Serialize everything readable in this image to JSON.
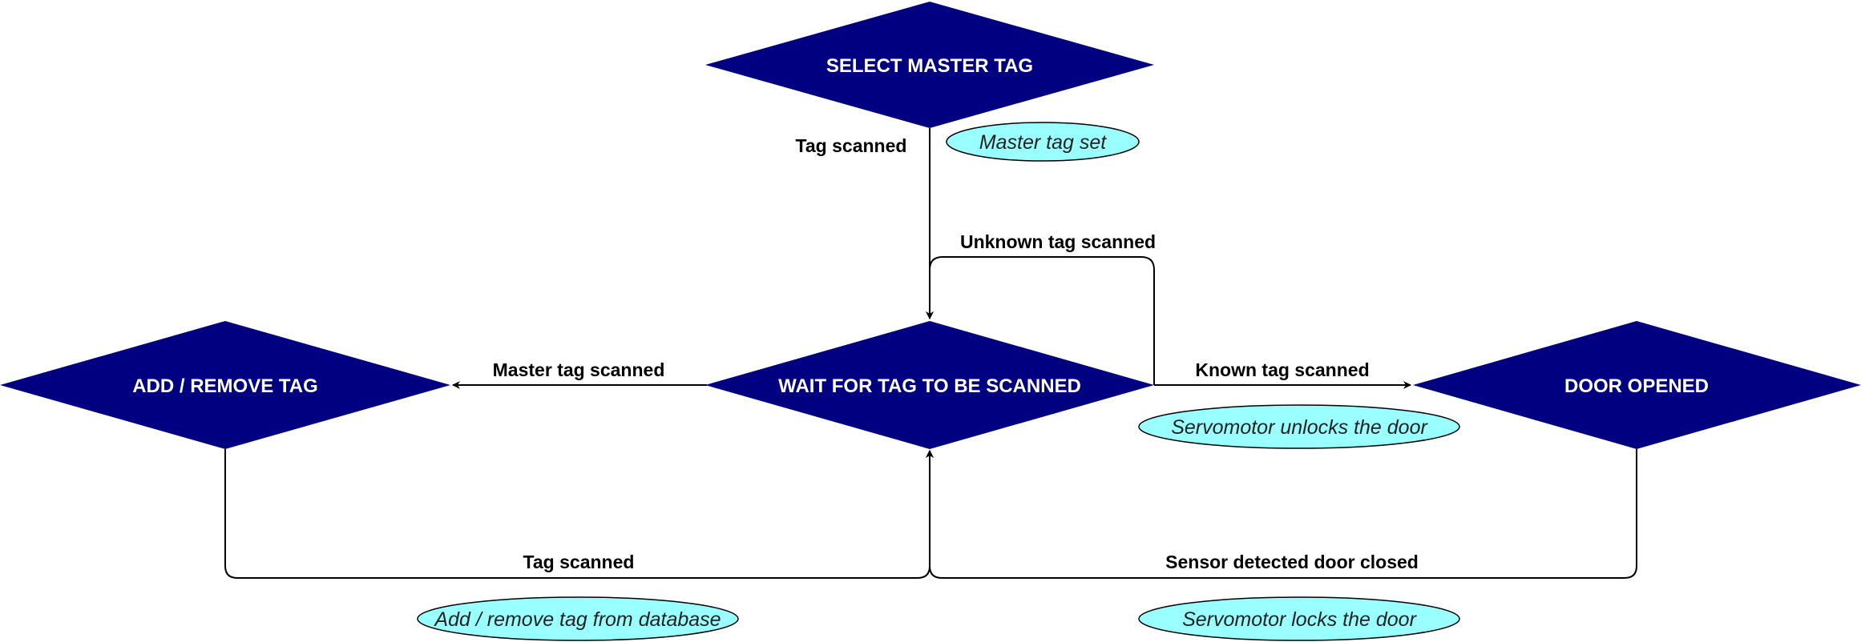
{
  "colors": {
    "state_fill": "#000080",
    "state_text": "#ffffff",
    "action_fill": "#99ffff",
    "edge": "#000000"
  },
  "states": {
    "select_master": "SELECT MASTER TAG",
    "wait": "WAIT FOR TAG TO BE SCANNED",
    "add_remove": "ADD / REMOVE TAG",
    "door_opened": "DOOR OPENED"
  },
  "transitions": {
    "master_to_wait": "Tag scanned",
    "unknown_loop": "Unknown tag scanned",
    "wait_to_add_remove": "Master tag scanned",
    "wait_to_door": "Known tag scanned",
    "add_remove_to_wait": "Tag scanned",
    "door_to_wait": "Sensor detected door closed"
  },
  "actions": {
    "master_set": "Master tag set",
    "unlock": "Servomotor unlocks the door",
    "add_remove_db": "Add / remove tag from database",
    "lock": "Servomotor locks the door"
  }
}
